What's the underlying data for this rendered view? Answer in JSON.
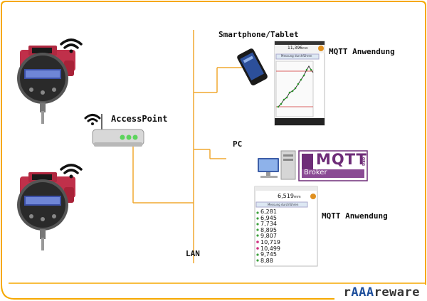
{
  "labels": {
    "access_point": "AccessPoint",
    "smartphone": "Smartphone/Tablet",
    "mqtt_app_top": "MQTT Anwendung",
    "pc": "PC",
    "mqtt_app_bottom": "MQTT Anwendung",
    "lan": "LAN",
    "broker": "Broker",
    "mqtt_logo": "MQTT",
    "org": "ORG"
  },
  "brand": {
    "prefix": "r",
    "accent": "AAA",
    "suffix": "reware"
  },
  "phone_app": {
    "reading": "11,396",
    "unit": "mm",
    "button": "Messung durchführen"
  },
  "pc_app": {
    "reading": "6,519",
    "unit": "mm",
    "button": "Messung durchführen",
    "values": [
      "6,281",
      "6,945",
      "7,734",
      "8,895",
      "9,807",
      "10,719",
      "10,499",
      "9,745",
      "8,88"
    ]
  },
  "colors": {
    "accent": "#1e4f9c",
    "frame": "#f6a800",
    "lan_line": "#f0a830",
    "gauge_body": "#c0304a"
  }
}
